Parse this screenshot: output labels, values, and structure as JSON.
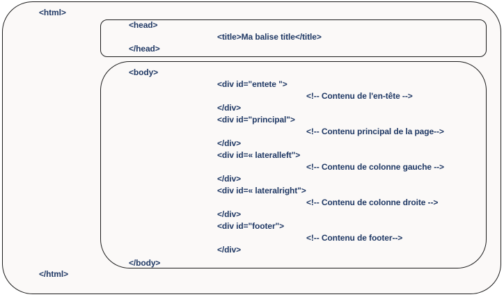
{
  "html_open": "<html>",
  "html_close": "</html>",
  "head": {
    "open": "<head>",
    "title": "<title>Ma balise title</title>",
    "close": "</head>"
  },
  "body": {
    "open": "<body>",
    "close": "</body>",
    "lines": [
      "<div id=\"entete \">",
      "<!-- Contenu de l'en-tête -->",
      "</div>",
      "<div id=\"principal\">",
      "<!-- Contenu principal de la page-->",
      "</div>",
      "<div id=« lateralleft\">",
      "<!-- Contenu de colonne gauche -->",
      "</div>",
      "<div id=« lateralright\">",
      "<!-- Contenu de colonne droite -->",
      "</div>",
      "<div id=\"footer\">",
      "<!-- Contenu de footer-->",
      "</div>"
    ]
  }
}
